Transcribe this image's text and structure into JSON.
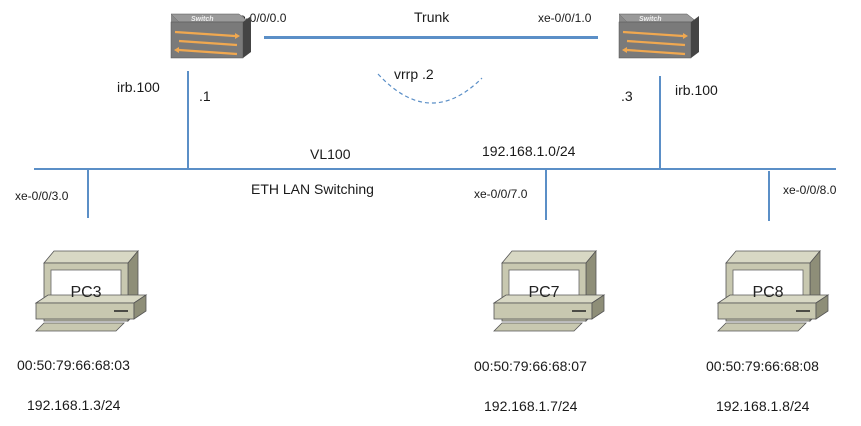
{
  "switches": [
    {
      "name": "Switch",
      "irb": "irb.100",
      "address": ".1",
      "port": "xe-0/0/0.0"
    },
    {
      "name": "Switch",
      "irb": "irb.100",
      "address": ".3",
      "port": "xe-0/0/1.0"
    }
  ],
  "trunk": {
    "label": "Trunk"
  },
  "vrrp": {
    "label": "vrrp .2"
  },
  "lan": {
    "vlan": "VL100",
    "subnet": "192.168.1.0/24",
    "description": "ETH LAN Switching"
  },
  "pcs": [
    {
      "name": "PC3",
      "port": "xe-0/0/3.0",
      "mac": "00:50:79:66:68:03",
      "ip": "192.168.1.3/24"
    },
    {
      "name": "PC7",
      "port": "xe-0/0/7.0",
      "mac": "00:50:79:66:68:07",
      "ip": "192.168.1.7/24"
    },
    {
      "name": "PC8",
      "port": "xe-0/0/8.0",
      "mac": "00:50:79:66:68:08",
      "ip": "192.168.1.8/24"
    }
  ],
  "colors": {
    "link": "#5b8fc7",
    "switch_body": "#7a7a7a",
    "switch_arrows": "#f0a850",
    "pc_body": "#c8c8b0"
  }
}
